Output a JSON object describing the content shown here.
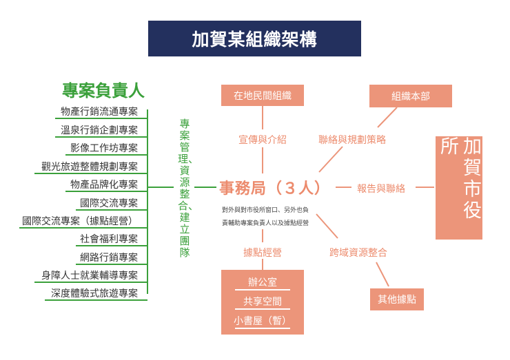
{
  "title": "加賀某組織架構",
  "left_heading": "專案負責人",
  "projects": [
    "物產行銷流通專案",
    "溫泉行銷企劃專案",
    "影像工作坊專案",
    "觀光旅遊整體規劃專案",
    "物產品牌化專案",
    "國際交流專案",
    "國際交流專案（據點經營）",
    "社會福利專案",
    "網路行銷專案",
    "身障人士就業輔導專案",
    "深度體驗式旅遊專案"
  ],
  "green_connector_label": "專案管理、資源整合、建立團隊",
  "nodes": {
    "local_org": "在地民間組織",
    "hq": "組織本部",
    "city_office": "加賀市役所",
    "secretariat": "事務局（３人）",
    "secretariat_desc_1": "對外與對市役所窗口、另外也負",
    "secretariat_desc_2": "責輔助專案負責人以及據點經營",
    "other_bases": "其他據點"
  },
  "edge_labels": {
    "promotion": "宣傳與介紹",
    "liaison_planning": "聯絡與規劃策略",
    "report_liaison": "報告與聯絡",
    "base_operation": "據點經營",
    "cross_area": "跨域資源整合"
  },
  "bases": [
    "辦公室",
    "共享空間",
    "小書屋（暫）"
  ],
  "colors": {
    "title_bg": "#23305e",
    "green": "#3aa03a",
    "orange": "#ec957a",
    "orange_text": "#ec8b6d"
  }
}
